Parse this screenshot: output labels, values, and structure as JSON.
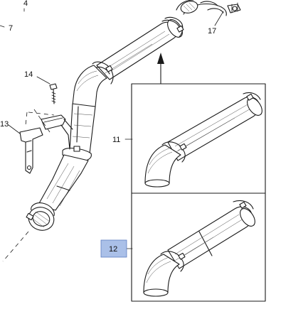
{
  "callouts": {
    "c4": "4",
    "c7": "7",
    "c11": "11",
    "c12": "12",
    "c13": "13",
    "c14": "14",
    "c17": "17"
  },
  "highlight_color": "#aac0e8"
}
